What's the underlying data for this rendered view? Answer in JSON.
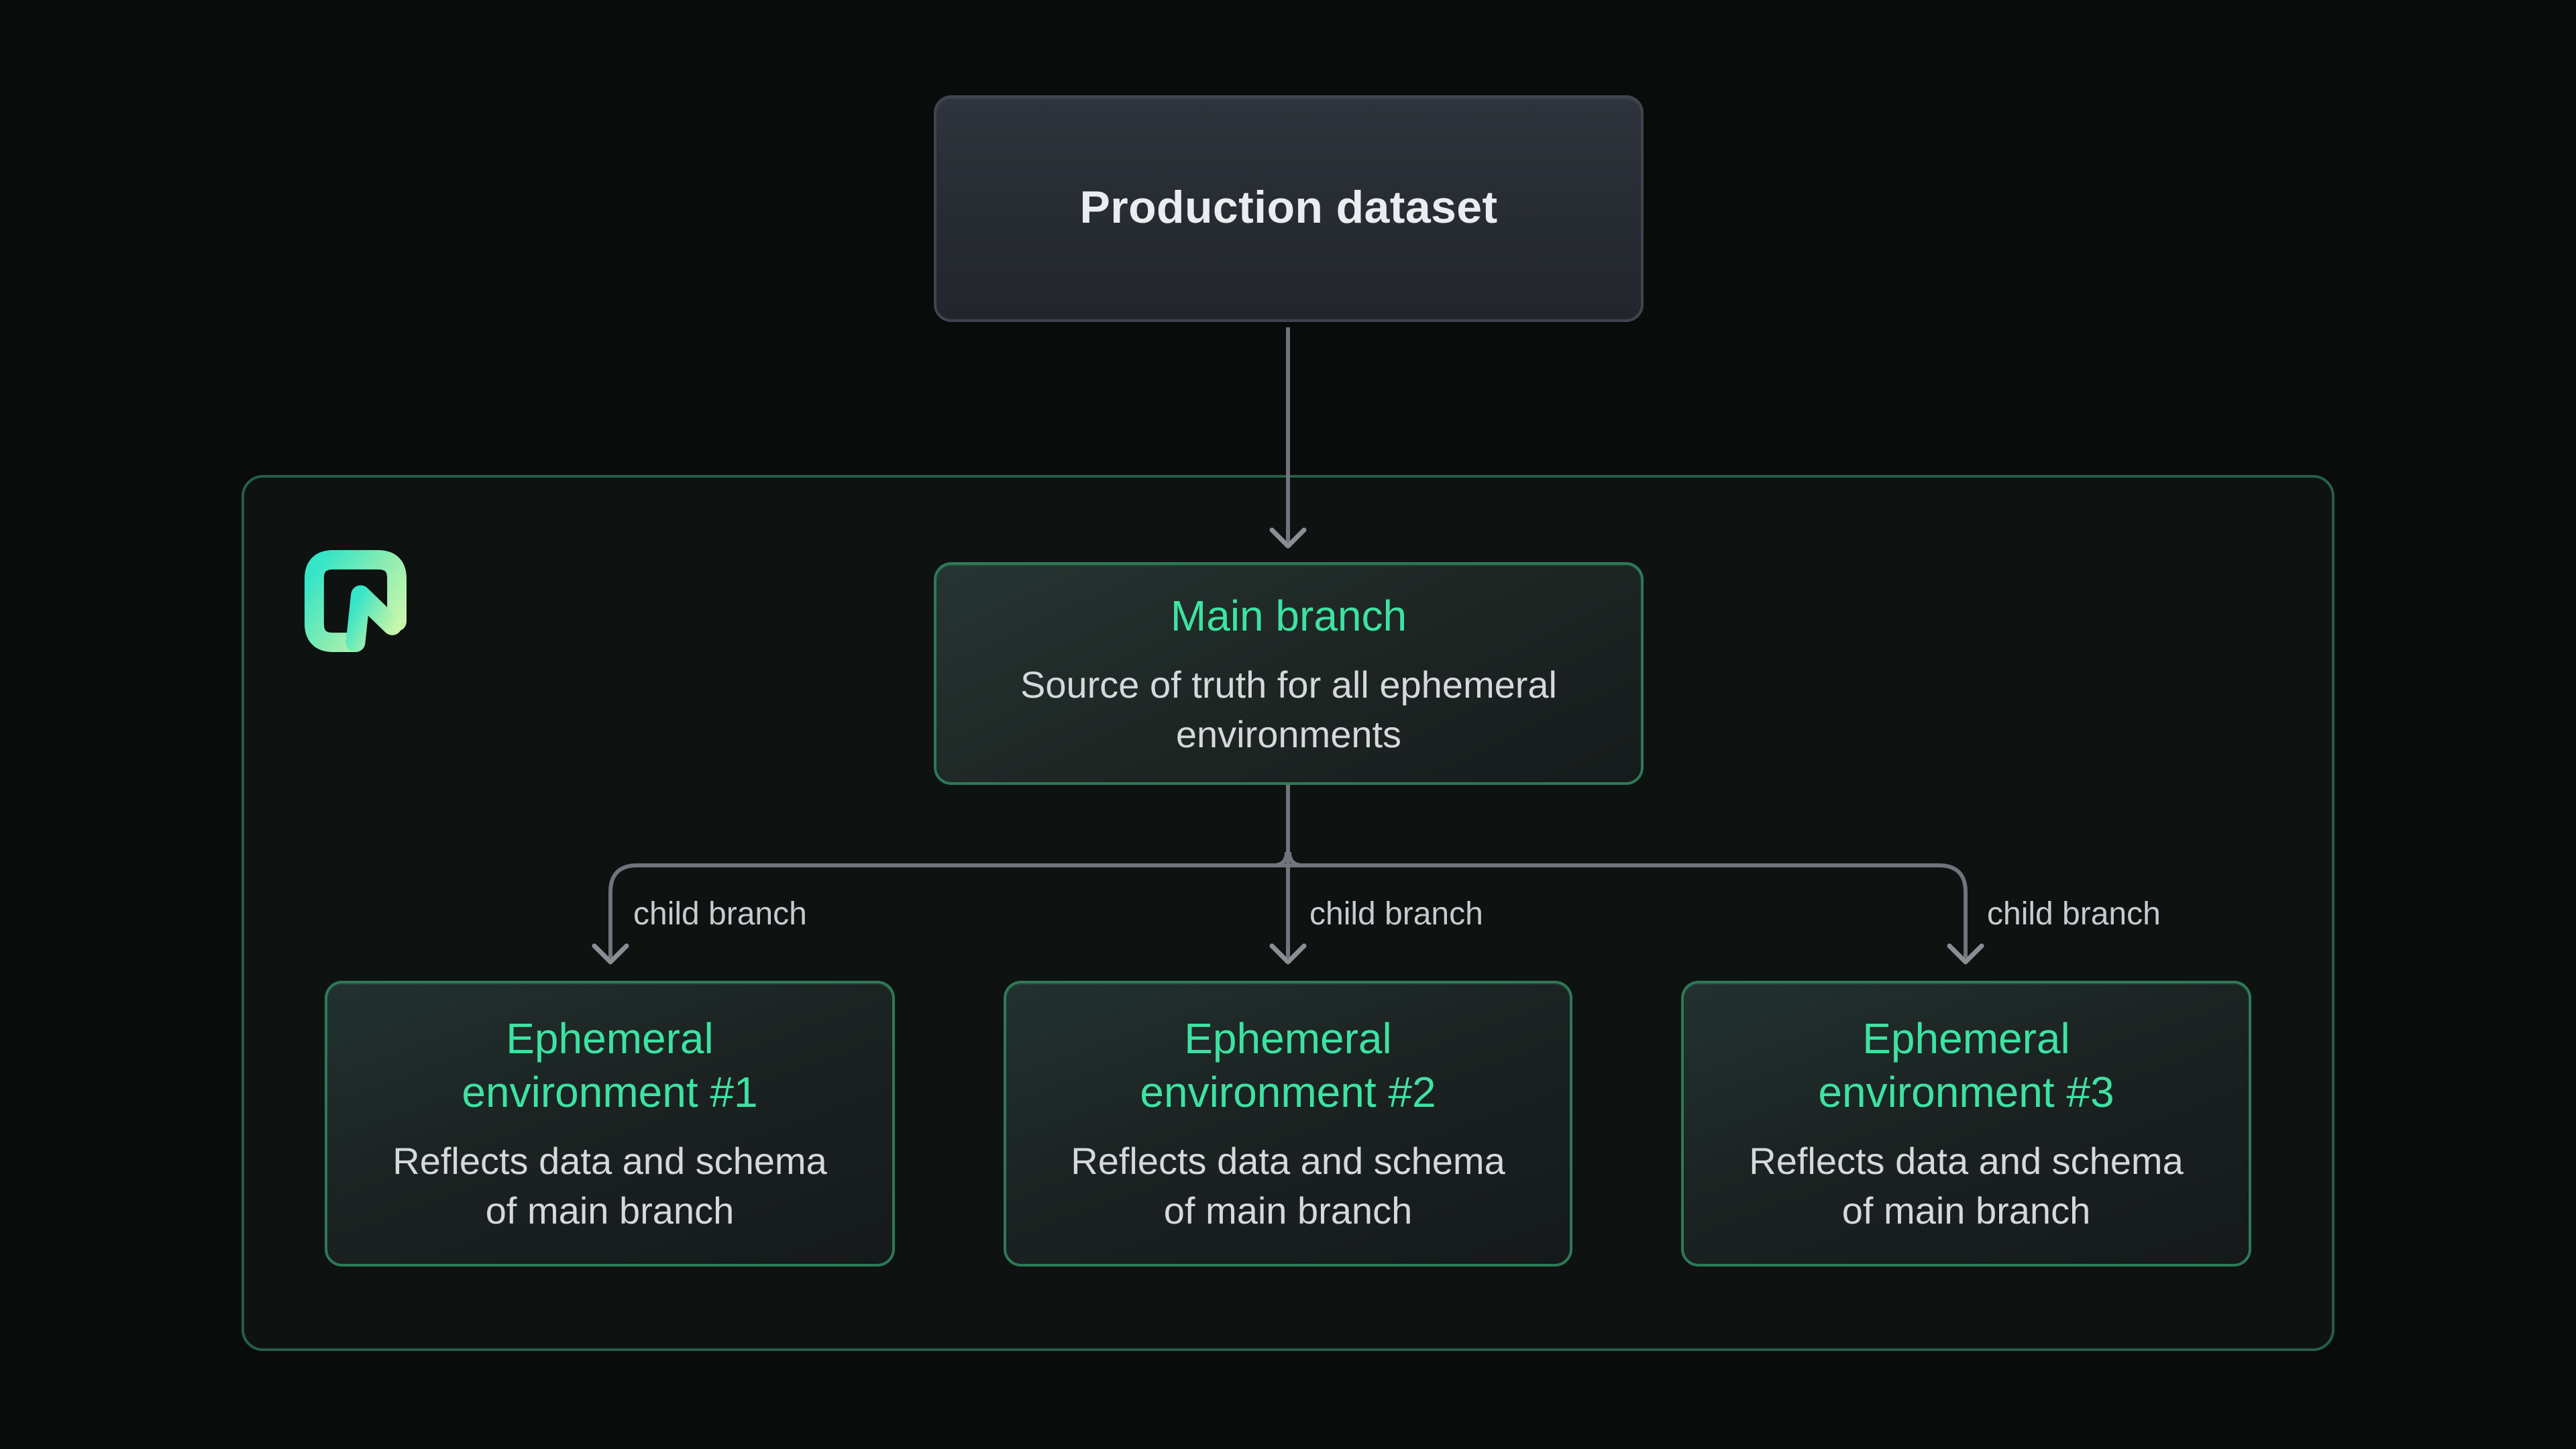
{
  "diagram": {
    "production_box": {
      "title": "Production dataset"
    },
    "main_box": {
      "title": "Main branch",
      "body_line1": "Source of truth for all ephemeral",
      "body_line2": "environments"
    },
    "env_boxes": [
      {
        "title_line1": "Ephemeral",
        "title_line2": "environment #1",
        "body_line1": "Reflects data and schema",
        "body_line2": "of main branch"
      },
      {
        "title_line1": "Ephemeral",
        "title_line2": "environment #2",
        "body_line1": "Reflects data and schema",
        "body_line2": "of main branch"
      },
      {
        "title_line1": "Ephemeral",
        "title_line2": "environment #3",
        "body_line1": "Reflects data and schema",
        "body_line2": "of main branch"
      }
    ],
    "edge_labels": [
      "child branch",
      "child branch",
      "child branch"
    ],
    "logo": "neon-logo",
    "colors": {
      "page_bg": "#0a0b0b",
      "container_bg": "#0e1211",
      "container_border": "#265f48",
      "green_box_border": "#2c7a56",
      "green_title": "#3ee2a2",
      "body_text": "#d6d8db",
      "label_text": "#c7cacf",
      "connector_line": "#70757c",
      "arrowhead": "#8a8e95",
      "prod_box_border": "#3f4550",
      "prod_title": "#eaecef",
      "logo_gradient_start": "#35e5c8",
      "logo_gradient_end": "#c8f6ae"
    }
  }
}
